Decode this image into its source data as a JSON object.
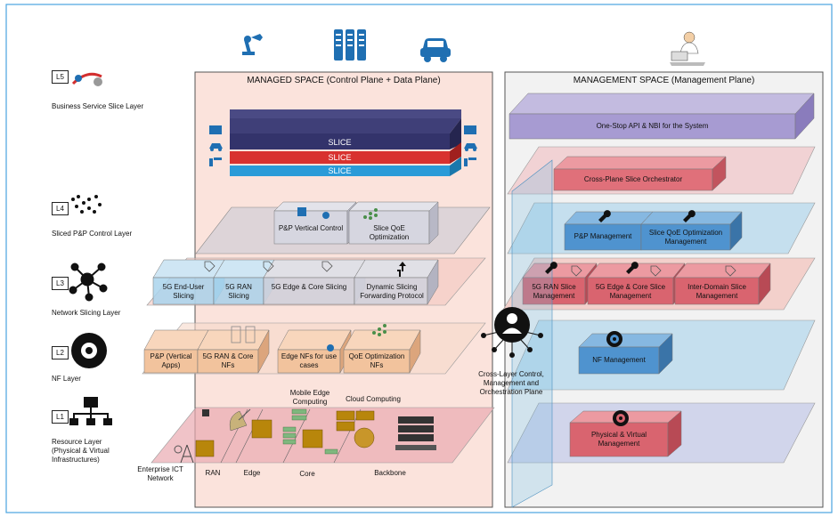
{
  "layers": [
    {
      "code": "L5",
      "name": "Business Service Slice Layer"
    },
    {
      "code": "L4",
      "name": "Sliced P&P Control Layer"
    },
    {
      "code": "L3",
      "name": "Network Slicing Layer"
    },
    {
      "code": "L2",
      "name": "NF Layer"
    },
    {
      "code": "L1",
      "name": "Resource Layer (Physical & Virtual Infrastructures)"
    }
  ],
  "managed_space": {
    "title": "MANAGED SPACE (Control Plane + Data Plane)",
    "slices": [
      "SLICE",
      "SLICE",
      "SLICE"
    ],
    "l4_boxes": [
      "P&P Vertical Control",
      "Slice QoE Optimization"
    ],
    "l3_boxes": [
      "5G End-User Slicing",
      "5G RAN Slicing",
      "5G Edge & Core Slicing",
      "Dynamic Slicing Forwarding Protocol"
    ],
    "l2_boxes": [
      "P&P (Vertical Apps)",
      "5G RAN & Core NFs",
      "Edge NFs for use cases",
      "QoE Optimization NFs"
    ],
    "l1_labels": {
      "enterprise": "Enterprise ICT Network",
      "ran": "RAN",
      "edge": "Edge",
      "core": "Core",
      "backbone": "Backbone",
      "mec": "Mobile Edge Computing",
      "cloud": "Cloud Computing"
    }
  },
  "cross_layer": "Cross-Layer Control, Management and Orchestration Plane",
  "management_space": {
    "title": "MANAGEMENT SPACE (Management Plane)",
    "api": "One-Stop API & NBI for the System",
    "orchestrator": "Cross-Plane Slice Orchestrator",
    "pp_mgmt": "P&P Management",
    "qoe_mgmt": "Slice QoE Optimization Management",
    "ran_mgmt": "5G RAN Slice Management",
    "edge_core_mgmt": "5G Edge & Core Slice Management",
    "inter_domain": "Inter-Domain Slice Management",
    "nf_mgmt": "NF Management",
    "phys_mgmt": "Physical & Virtual Management"
  },
  "colors": {
    "frame": "#4aa3df",
    "managed_bg": "#fbe3dc",
    "management_bg": "#f2f2f2",
    "slice_navy": "#33336b",
    "slice_red": "#d8322f",
    "slice_blue": "#2a9bd8",
    "api_purple": "#a79bd2",
    "orchestrator_red": "#e0707a",
    "mgmt_blue": "#4f93cf",
    "mgmt_red": "#d9646f",
    "l2_orange": "#f2c39d",
    "l3_blue": "#a9d4ec",
    "l4_gray": "#c9c9d6",
    "l1_pink": "#e9a9b0"
  },
  "icons": [
    "robot-arm-icon",
    "server-rack-icon",
    "car-icon",
    "operator-at-laptop-icon",
    "network-cloud-icon",
    "distributed-nodes-icon",
    "network-hub-icon",
    "gear-icon",
    "network-topology-icon",
    "wrench-icon",
    "tag-icon",
    "target-icon",
    "router-icon",
    "server-icon",
    "tower-icon",
    "satellite-dish-icon",
    "person-hub-icon"
  ]
}
